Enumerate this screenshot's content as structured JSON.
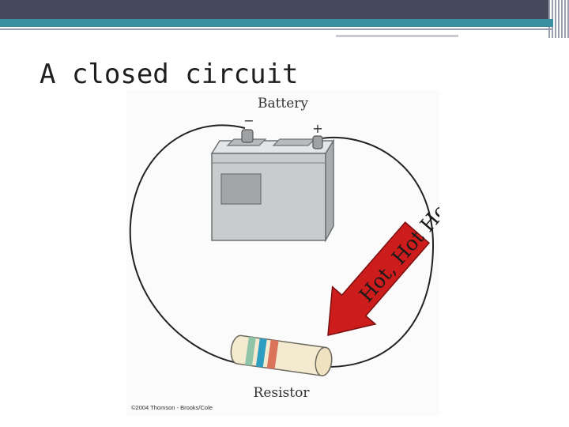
{
  "slide": {
    "title": "A closed circuit"
  },
  "figure": {
    "battery_label": "Battery",
    "minus_sign": "−",
    "plus_sign": "+",
    "resistor_label": "Resistor",
    "copyright": "©2004 Thomson - Brooks/Cole",
    "arrow_text": "Hot, Hot Hot",
    "colors": {
      "arrow_fill": "#cc1c1c",
      "arrow_stroke": "#7a1010",
      "battery_body": "#c9cbcc",
      "resistor_body": "#f4ead0",
      "band_1": "#8fc4a8",
      "band_2": "#2d9ec2",
      "band_3": "#d9735a"
    }
  }
}
